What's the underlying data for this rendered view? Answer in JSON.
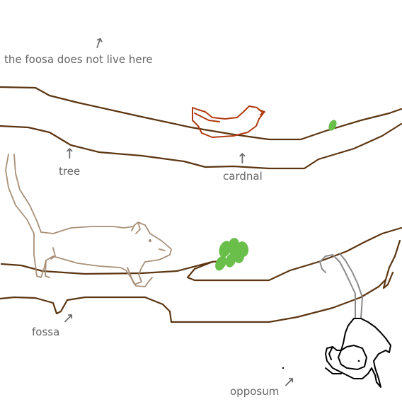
{
  "labels": {
    "top_note": "the foosa does not live here",
    "tree": "tree",
    "cardinal": "cardnal",
    "fossa": "fossa",
    "opossum": "opposum"
  },
  "arrows": {
    "symbol": "↑"
  },
  "colors": {
    "background": "#ffffff",
    "branch": "#5c3512",
    "cardinal": "#b03a10",
    "leaf": "#6abf4b",
    "fossa": "#a89078",
    "opossum_body": "#000000",
    "opossum_tail": "#8a8a8a",
    "label_text": "#666666"
  }
}
